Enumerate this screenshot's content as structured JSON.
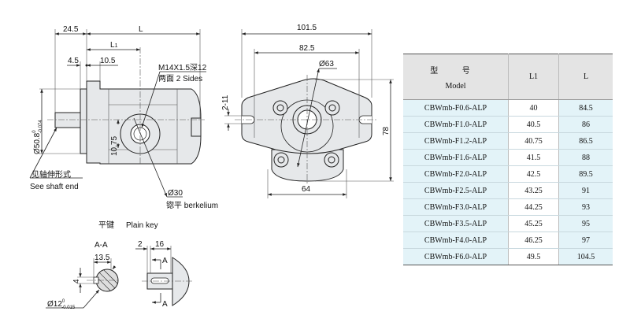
{
  "side_view": {
    "dim_shaft": "24.5",
    "dim_L": "L",
    "dim_L1_main": "L",
    "dim_L1_sub": "1",
    "dim_4_5": "4.5",
    "dim_10_5": "10.5",
    "port_thread": "M14X1.5深12",
    "port_sides": "两面  2 Sides",
    "dia_main": "Ø50.8",
    "dia_tol_upper": "0",
    "dia_tol_lower": "-0.074",
    "dim_10_75": "10.75",
    "shaft_note_cn": "见轴伸形式",
    "shaft_note_en": "See shaft end",
    "dia_30": "Ø30",
    "spot_face": "锪平 berkelium"
  },
  "front_view": {
    "dim_width": "101.5",
    "dim_bolt": "82.5",
    "dia_63": "Ø63",
    "dim_height": "78",
    "dim_bottom": "64",
    "dim_slot": "2-11"
  },
  "plain_key": {
    "title_cn": "平键",
    "title_en": "Plain key",
    "section": "A-A",
    "dim_13_5": "13.5",
    "dim_4": "4",
    "dia_12": "Ø12",
    "tol_upper": "0",
    "tol_lower": "-0.015",
    "dim_2": "2",
    "dim_16": "16",
    "section_mark": "A"
  },
  "table": {
    "header_model_cn": "型 号",
    "header_model_en": "Model",
    "header_L1": "L1",
    "header_L": "L",
    "rows": [
      {
        "model": "CBWmb-F0.6-ALP",
        "L1": "40",
        "L": "84.5"
      },
      {
        "model": "CBWmb-F1.0-ALP",
        "L1": "40.5",
        "L": "86"
      },
      {
        "model": "CBWmb-F1.2-ALP",
        "L1": "40.75",
        "L": "86.5"
      },
      {
        "model": "CBWmb-F1.6-ALP",
        "L1": "41.5",
        "L": "88"
      },
      {
        "model": "CBWmb-F2.0-ALP",
        "L1": "42.5",
        "L": "89.5"
      },
      {
        "model": "CBWmb-F2.5-ALP",
        "L1": "43.25",
        "L": "91"
      },
      {
        "model": "CBWmb-F3.0-ALP",
        "L1": "44.25",
        "L": "93"
      },
      {
        "model": "CBWmb-F3.5-ALP",
        "L1": "45.25",
        "L": "95"
      },
      {
        "model": "CBWmb-F4.0-ALP",
        "L1": "46.25",
        "L": "97"
      },
      {
        "model": "CBWmb-F6.0-ALP",
        "L1": "49.5",
        "L": "104.5"
      }
    ]
  }
}
